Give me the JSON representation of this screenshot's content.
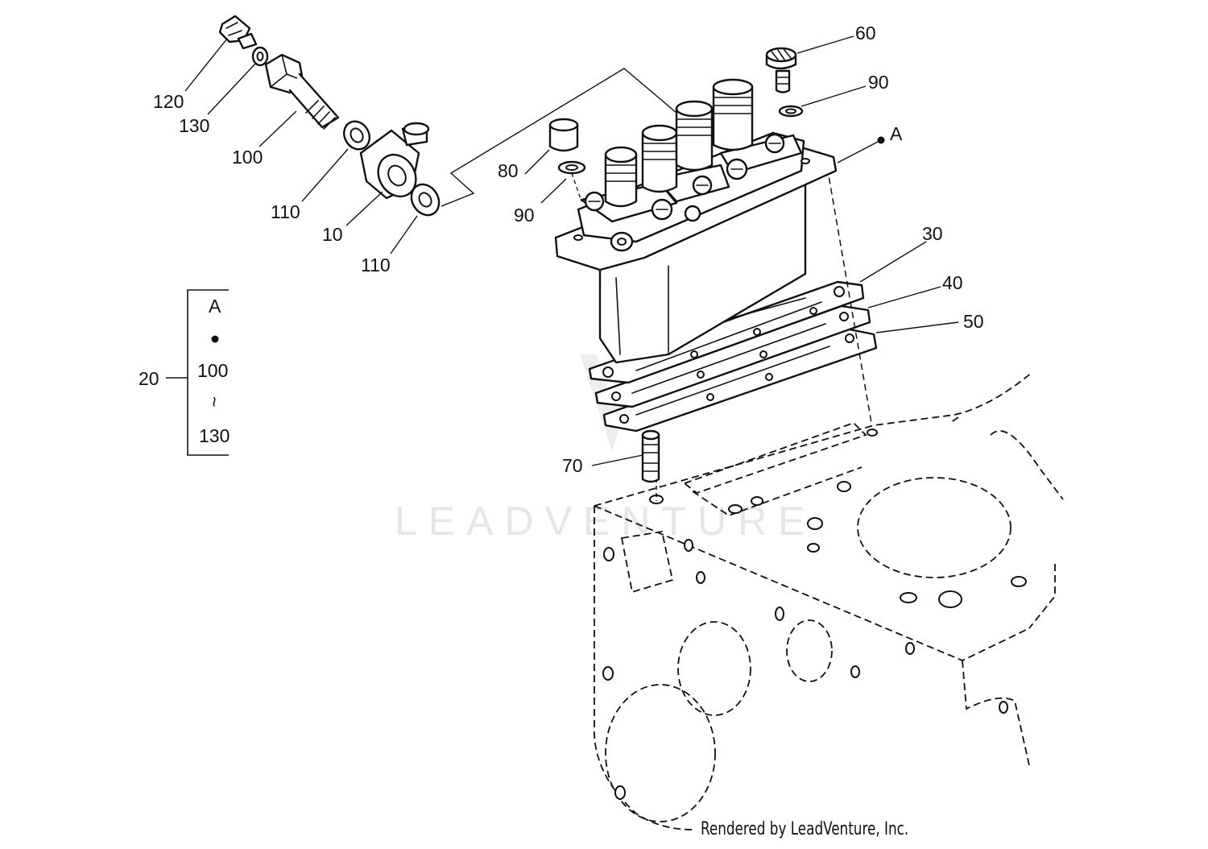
{
  "callouts": {
    "c120": "120",
    "c130": "130",
    "c100": "100",
    "c110a": "110",
    "c10": "10",
    "c110b": "110",
    "c80": "80",
    "c90a": "90",
    "c60": "60",
    "c90b": "90",
    "cA": "A",
    "c30": "30",
    "c40": "40",
    "c50": "50",
    "c70": "70"
  },
  "kit_legend": {
    "kit_number": "20",
    "line1": "A",
    "line3": "100",
    "line4": "~",
    "line5": "130"
  },
  "watermark": "LEADVENTURE",
  "credit": "Rendered by LeadVenture, Inc."
}
